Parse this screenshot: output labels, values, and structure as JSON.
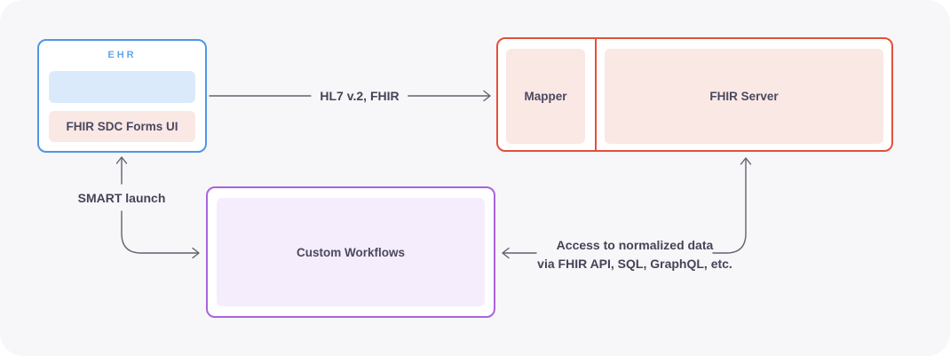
{
  "diagram": {
    "ehr_box": {
      "label": "EHR",
      "forms_ui_label": "FHIR SDC Forms UI",
      "border_color": "#4E96E9",
      "label_color": "#64A5EC",
      "slot_fill": "#DBEAFB",
      "forms_fill": "#FAE8E4"
    },
    "integration_box": {
      "mapper_label": "Mapper",
      "fhir_server_label": "FHIR Server",
      "border_color": "#E3503B",
      "fill": "#FAE8E4"
    },
    "workflows_box": {
      "label": "Custom Workflows",
      "border_color": "#A964DB",
      "fill": "#F5EDFB"
    },
    "edges": {
      "hl7_label": "HL7 v.2, FHIR",
      "smart_launch_label": "SMART launch",
      "access_line1": "Access to normalized data",
      "access_line2": "via FHIR API, SQL, GraphQL, etc."
    },
    "colors": {
      "background": "#F7F7F9",
      "arrow": "#62616F",
      "text": "#4A4960"
    }
  }
}
